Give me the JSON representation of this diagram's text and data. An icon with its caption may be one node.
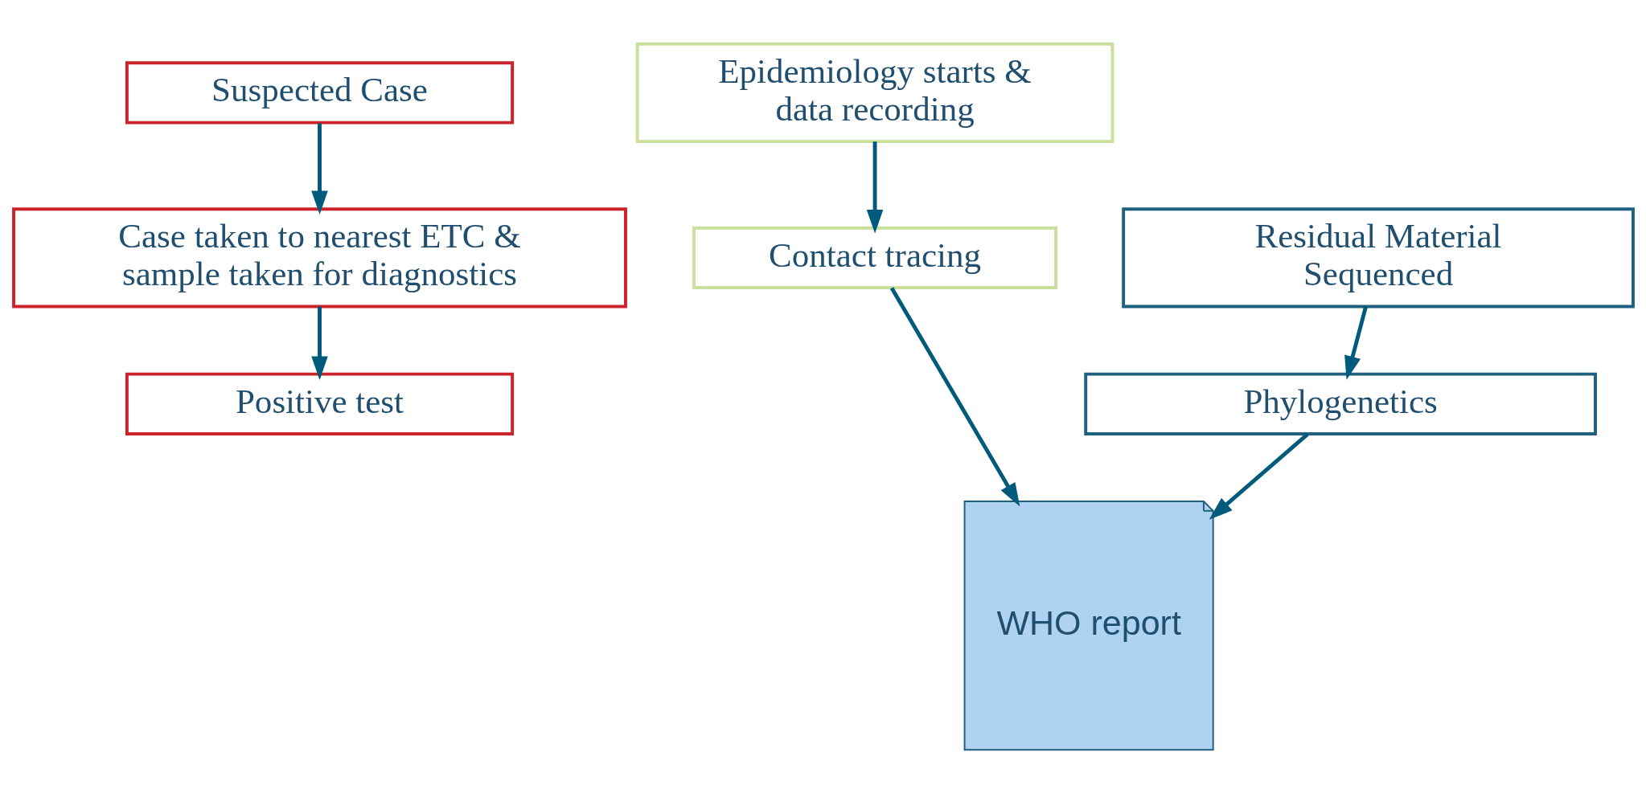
{
  "diagram": {
    "nodes": [
      {
        "text": [
          "Suspected Case"
        ]
      },
      {
        "text": [
          "Case taken to nearest ETC & sample taken for diagnostics"
        ]
      },
      {
        "text": [
          "Positive test"
        ]
      },
      {
        "text": [
          "Epidemiology starts & data recording"
        ]
      },
      {
        "text": [
          "Contact tracing"
        ]
      },
      {
        "text": [
          "Residual Material Sequenced"
        ]
      },
      {
        "text": [
          "Phylogenetics"
        ]
      },
      {
        "text": [
          "WHO report"
        ]
      }
    ],
    "edges": [
      {
        "from": 0,
        "to": 1,
        "arrow": "to"
      },
      {
        "from": 1,
        "to": 2,
        "arrow": "to"
      },
      {
        "from": 3,
        "to": 4,
        "arrow": "to"
      },
      {
        "from": 5,
        "to": 6,
        "arrow": "to"
      },
      {
        "from": 6,
        "to": 7,
        "arrow": "to"
      },
      {
        "from": 4,
        "to": 7,
        "arrow": "to"
      }
    ]
  }
}
